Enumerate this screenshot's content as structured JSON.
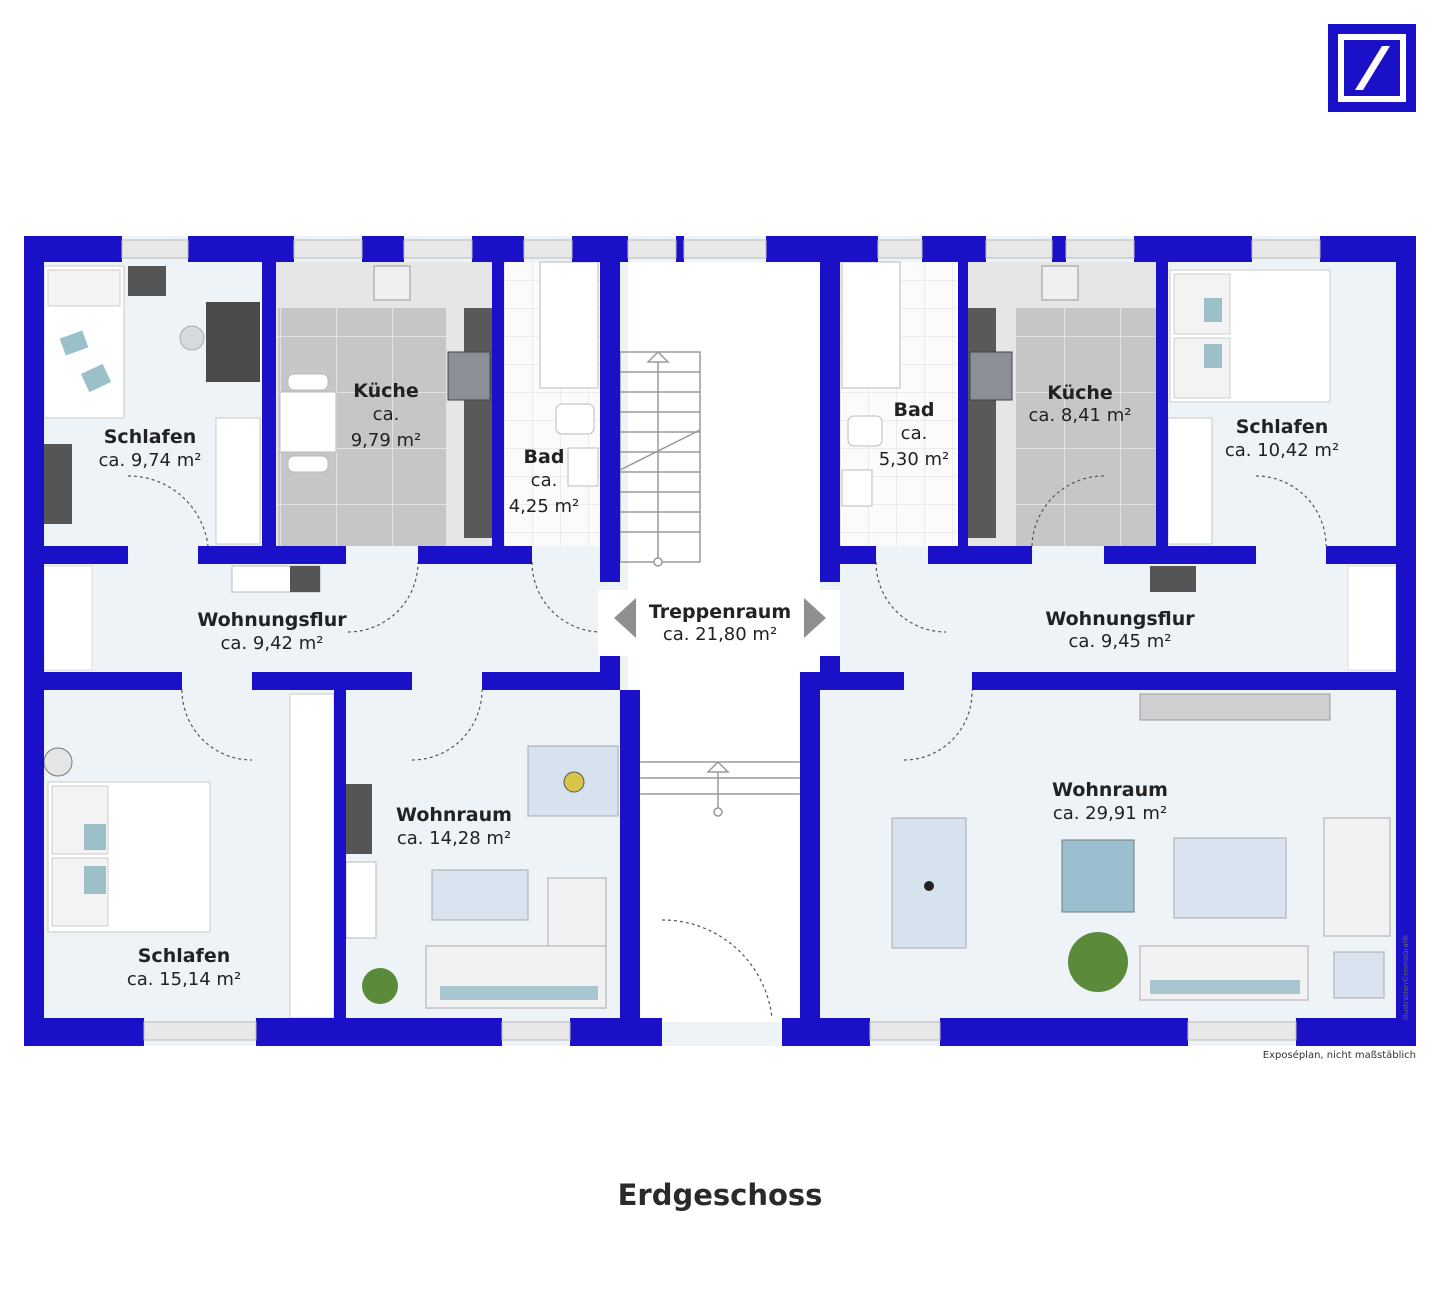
{
  "floor_title": "Erdgeschoss",
  "disclaimer": "Exposéplan, nicht maßstäblich",
  "credit": "illustration©immoGrafik",
  "logo_icon": "deutsche-bank-logo",
  "colors": {
    "wall": "#1a10c8",
    "floor": "#eef3f8",
    "tile_dark": "#c4c4c4",
    "tile_light": "#f4f5f7"
  },
  "rooms": {
    "schlafen_1": {
      "name": "Schlafen",
      "area": "ca. 9,74 m²"
    },
    "kueche_1": {
      "name": "Küche",
      "area_line1": "ca.",
      "area_line2": "9,79 m²"
    },
    "bad_1": {
      "name": "Bad",
      "area_line1": "ca.",
      "area_line2": "4,25 m²"
    },
    "wohnungsflur_1": {
      "name": "Wohnungsflur",
      "area": "ca. 9,42 m²"
    },
    "schlafen_2": {
      "name": "Schlafen",
      "area": "ca. 15,14 m²"
    },
    "wohnraum_1": {
      "name": "Wohnraum",
      "area": "ca. 14,28 m²"
    },
    "treppenraum": {
      "name": "Treppenraum",
      "area": "ca. 21,80 m²"
    },
    "bad_2": {
      "name": "Bad",
      "area_line1": "ca.",
      "area_line2": "5,30 m²"
    },
    "kueche_2": {
      "name": "Küche",
      "area": "ca. 8,41 m²"
    },
    "schlafen_3": {
      "name": "Schlafen",
      "area": "ca. 10,42 m²"
    },
    "wohnungsflur_2": {
      "name": "Wohnungsflur",
      "area": "ca. 9,45 m²"
    },
    "wohnraum_2": {
      "name": "Wohnraum",
      "area": "ca. 29,91 m²"
    }
  }
}
